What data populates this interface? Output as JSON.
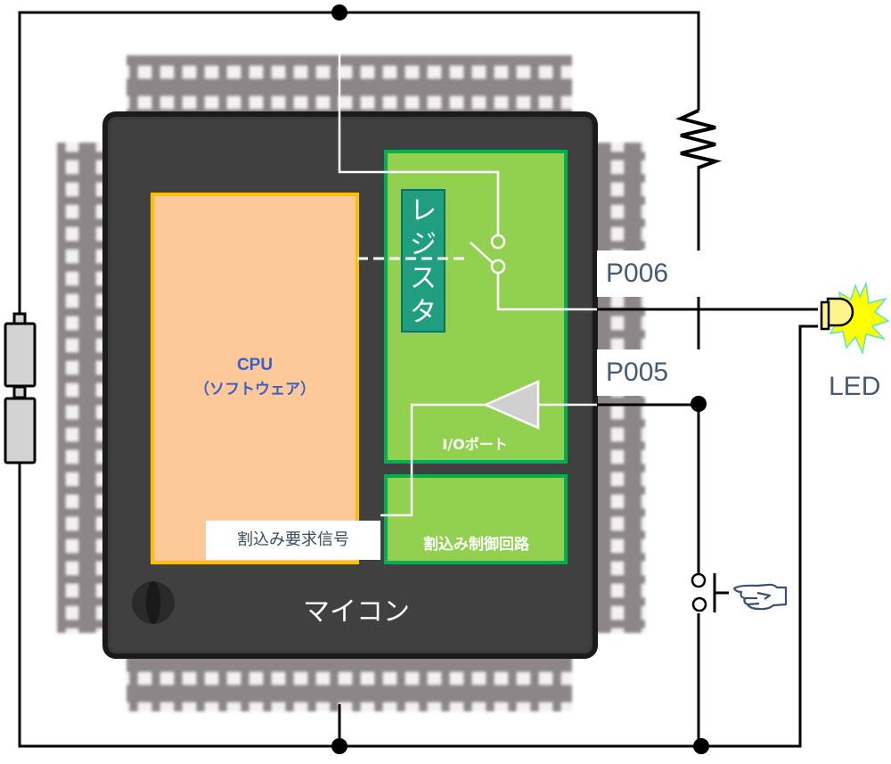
{
  "diagram": {
    "title": "マイコン 割込み回路図",
    "chip_label": "マイコン",
    "cpu": {
      "title": "CPU",
      "subtitle": "（ソフトウェア）"
    },
    "register": {
      "label": "レジスタ",
      "chars": [
        "レ",
        "ジ",
        "ス",
        "タ"
      ]
    },
    "io_port": {
      "label": "I/Oポート"
    },
    "interrupt_controller": {
      "label": "割込み制御回路"
    },
    "interrupt_request": {
      "label": "割込み要求信号"
    },
    "pins": {
      "output_pin": "P006",
      "input_pin": "P005"
    },
    "led": {
      "label": "LED"
    },
    "components": [
      "battery",
      "pull-up-resistor",
      "push-button-switch",
      "led",
      "register-switch",
      "input-buffer"
    ],
    "colors": {
      "chip_body": "#3a3a3a",
      "cpu_fill": "#fdc998",
      "cpu_border": "#ffc000",
      "peripheral_fill": "#92d050",
      "peripheral_border": "#00b050",
      "register_fill": "#1f9e80",
      "cpu_text": "#3a5fcd",
      "pin_text": "#475a74",
      "wire": "#000000",
      "led_flash": "#ffff00"
    }
  }
}
